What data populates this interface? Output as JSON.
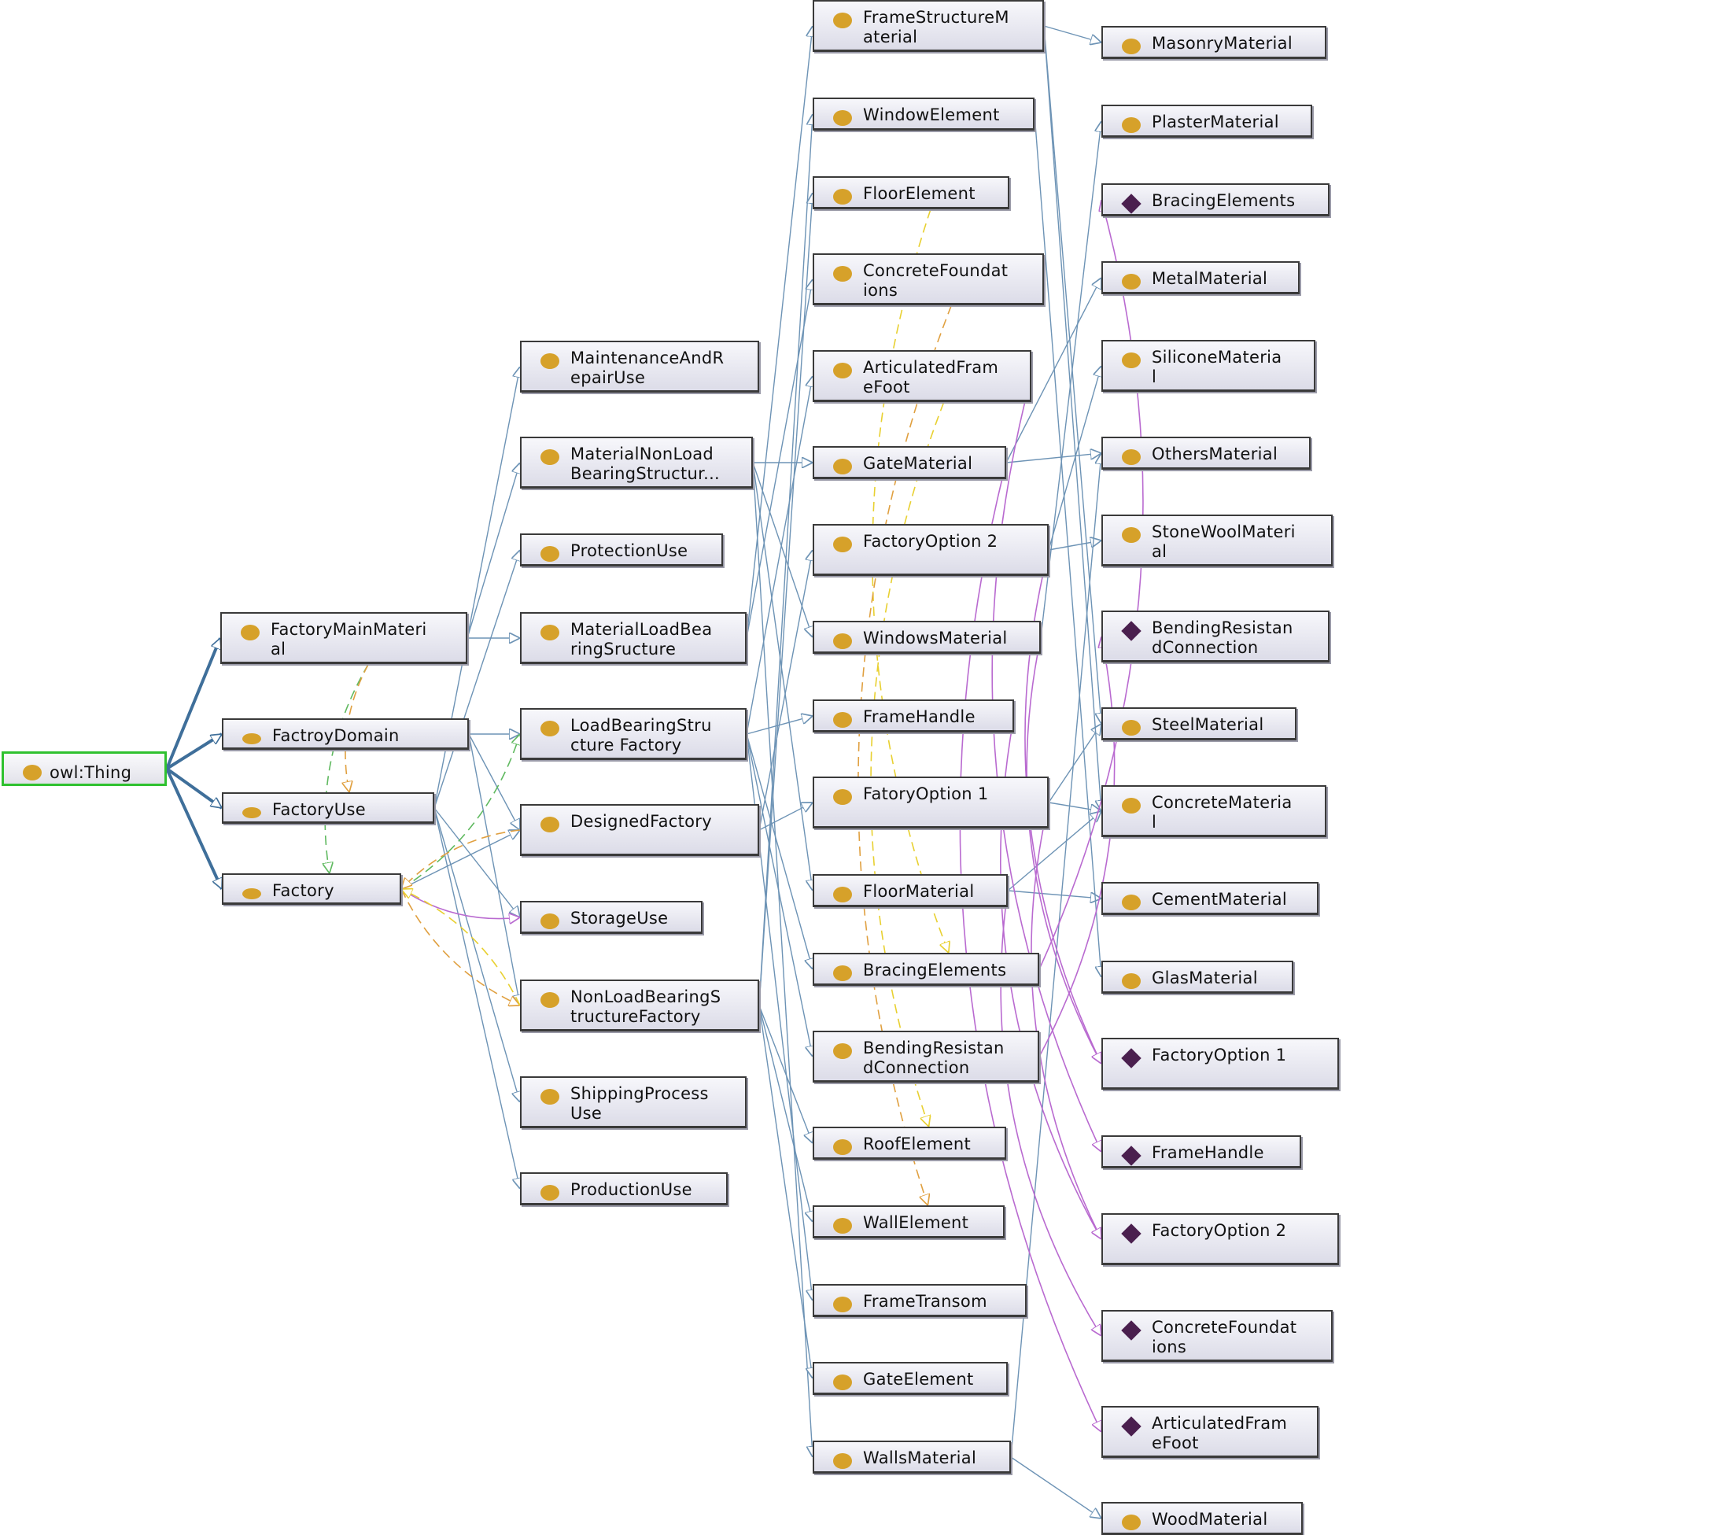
{
  "graph": {
    "nodes": [
      {
        "id": "owl-thing",
        "label": "owl:Thing",
        "kind": "root",
        "icon": "class-circle-icon"
      },
      {
        "id": "factory-main-material",
        "label": "FactoryMainMateri\nal",
        "kind": "class",
        "icon": "class-circle-icon"
      },
      {
        "id": "factroy-domain",
        "label": "FactroyDomain",
        "kind": "class-flat",
        "icon": "class-circle-icon"
      },
      {
        "id": "factory-use",
        "label": "FactoryUse",
        "kind": "class-flat",
        "icon": "class-circle-icon"
      },
      {
        "id": "factory",
        "label": "Factory",
        "kind": "class-flat",
        "icon": "class-circle-icon"
      },
      {
        "id": "maintenance-and-repair-use",
        "label": "MaintenanceAndR\nepairUse",
        "kind": "class",
        "icon": "class-circle-icon"
      },
      {
        "id": "material-non-load-bearing-structure",
        "label": "MaterialNonLoad\nBearingStructur...",
        "kind": "class",
        "icon": "class-circle-icon"
      },
      {
        "id": "protection-use",
        "label": "ProtectionUse",
        "kind": "class",
        "icon": "class-circle-icon"
      },
      {
        "id": "material-load-bearing-structure",
        "label": "MaterialLoadBea\nringSructure",
        "kind": "class",
        "icon": "class-circle-icon"
      },
      {
        "id": "load-bearing-structure-factory",
        "label": "LoadBearingStru\ncture Factory",
        "kind": "class",
        "icon": "class-circle-icon"
      },
      {
        "id": "designed-factory",
        "label": "DesignedFactory",
        "kind": "class",
        "icon": "class-circle-icon"
      },
      {
        "id": "storage-use",
        "label": "StorageUse",
        "kind": "class",
        "icon": "class-circle-icon"
      },
      {
        "id": "non-load-bearing-structure-factory",
        "label": "NonLoadBearingS\ntructureFactory",
        "kind": "class",
        "icon": "class-circle-icon"
      },
      {
        "id": "shipping-process-use",
        "label": "ShippingProcess\nUse",
        "kind": "class",
        "icon": "class-circle-icon"
      },
      {
        "id": "production-use",
        "label": "ProductionUse",
        "kind": "class",
        "icon": "class-circle-icon"
      },
      {
        "id": "frame-structure-material",
        "label": "FrameStructureM\naterial",
        "kind": "class",
        "icon": "class-circle-icon"
      },
      {
        "id": "window-element",
        "label": "WindowElement",
        "kind": "class",
        "icon": "class-circle-icon"
      },
      {
        "id": "floor-element",
        "label": "FloorElement",
        "kind": "class",
        "icon": "class-circle-icon"
      },
      {
        "id": "concrete-foundations-c",
        "label": "ConcreteFoundat\nions",
        "kind": "class",
        "icon": "class-circle-icon"
      },
      {
        "id": "articulated-frame-foot-c",
        "label": "ArticulatedFram\neFoot",
        "kind": "class",
        "icon": "class-circle-icon"
      },
      {
        "id": "gate-material",
        "label": "GateMaterial",
        "kind": "class",
        "icon": "class-circle-icon"
      },
      {
        "id": "factory-option-2-c",
        "label": "FactoryOption 2",
        "kind": "class",
        "icon": "class-circle-icon"
      },
      {
        "id": "windows-material",
        "label": "WindowsMaterial",
        "kind": "class",
        "icon": "class-circle-icon"
      },
      {
        "id": "frame-handle-c",
        "label": "FrameHandle",
        "kind": "class",
        "icon": "class-circle-icon"
      },
      {
        "id": "fatory-option-1-c",
        "label": "FatoryOption 1",
        "kind": "class",
        "icon": "class-circle-icon"
      },
      {
        "id": "floor-material",
        "label": "FloorMaterial",
        "kind": "class",
        "icon": "class-circle-icon"
      },
      {
        "id": "bracing-elements-c",
        "label": "BracingElements",
        "kind": "class",
        "icon": "class-circle-icon"
      },
      {
        "id": "bending-resistand-connection-c",
        "label": "BendingResistan\ndConnection",
        "kind": "class",
        "icon": "class-circle-icon"
      },
      {
        "id": "roof-element",
        "label": "RoofElement",
        "kind": "class",
        "icon": "class-circle-icon"
      },
      {
        "id": "wall-element",
        "label": "WallElement",
        "kind": "class",
        "icon": "class-circle-icon"
      },
      {
        "id": "frame-transom",
        "label": "FrameTransom",
        "kind": "class",
        "icon": "class-circle-icon"
      },
      {
        "id": "gate-element",
        "label": "GateElement",
        "kind": "class",
        "icon": "class-circle-icon"
      },
      {
        "id": "walls-material",
        "label": "WallsMaterial",
        "kind": "class",
        "icon": "class-circle-icon"
      },
      {
        "id": "masonry-material",
        "label": "MasonryMaterial",
        "kind": "class",
        "icon": "class-circle-icon"
      },
      {
        "id": "plaster-material",
        "label": "PlasterMaterial",
        "kind": "class",
        "icon": "class-circle-icon"
      },
      {
        "id": "bracing-elements-i",
        "label": "BracingElements",
        "kind": "individual",
        "icon": "individual-diamond-icon"
      },
      {
        "id": "metal-material",
        "label": "MetalMaterial",
        "kind": "class",
        "icon": "class-circle-icon"
      },
      {
        "id": "silicone-material",
        "label": "SiliconeMateria\nl",
        "kind": "class",
        "icon": "class-circle-icon"
      },
      {
        "id": "others-material",
        "label": "OthersMaterial",
        "kind": "class",
        "icon": "class-circle-icon"
      },
      {
        "id": "stone-wool-material",
        "label": "StoneWoolMateri\nal",
        "kind": "class",
        "icon": "class-circle-icon"
      },
      {
        "id": "bending-resistand-connection-i",
        "label": "BendingResistan\ndConnection",
        "kind": "individual",
        "icon": "individual-diamond-icon"
      },
      {
        "id": "steel-material",
        "label": "SteelMaterial",
        "kind": "class",
        "icon": "class-circle-icon"
      },
      {
        "id": "concrete-material",
        "label": "ConcreteMateria\nl",
        "kind": "class",
        "icon": "class-circle-icon"
      },
      {
        "id": "cement-material",
        "label": "CementMaterial",
        "kind": "class",
        "icon": "class-circle-icon"
      },
      {
        "id": "glas-material",
        "label": "GlasMaterial",
        "kind": "class",
        "icon": "class-circle-icon"
      },
      {
        "id": "factory-option-1-i",
        "label": "FactoryOption 1",
        "kind": "individual",
        "icon": "individual-diamond-icon"
      },
      {
        "id": "frame-handle-i",
        "label": "FrameHandle",
        "kind": "individual",
        "icon": "individual-diamond-icon"
      },
      {
        "id": "factory-option-2-i",
        "label": "FactoryOption 2",
        "kind": "individual",
        "icon": "individual-diamond-icon"
      },
      {
        "id": "concrete-foundations-i",
        "label": "ConcreteFoundat\nions",
        "kind": "individual",
        "icon": "individual-diamond-icon"
      },
      {
        "id": "articulated-frame-foot-i",
        "label": "ArticulatedFram\neFoot",
        "kind": "individual",
        "icon": "individual-diamond-icon"
      },
      {
        "id": "wood-material",
        "label": "WoodMaterial",
        "kind": "class",
        "icon": "class-circle-icon"
      }
    ],
    "edges": [
      {
        "from": "owl-thing",
        "to": "factory-main-material",
        "style": "subclass-thick"
      },
      {
        "from": "owl-thing",
        "to": "factroy-domain",
        "style": "subclass-thick"
      },
      {
        "from": "owl-thing",
        "to": "factory-use",
        "style": "subclass-thick"
      },
      {
        "from": "owl-thing",
        "to": "factory",
        "style": "subclass-thick"
      },
      {
        "from": "factory-main-material",
        "to": "material-non-load-bearing-structure",
        "style": "subclass"
      },
      {
        "from": "factory-main-material",
        "to": "material-load-bearing-structure",
        "style": "subclass"
      },
      {
        "from": "factroy-domain",
        "to": "load-bearing-structure-factory",
        "style": "subclass"
      },
      {
        "from": "factroy-domain",
        "to": "non-load-bearing-structure-factory",
        "style": "subclass"
      },
      {
        "from": "factroy-domain",
        "to": "designed-factory",
        "style": "subclass"
      },
      {
        "from": "factory-use",
        "to": "maintenance-and-repair-use",
        "style": "subclass"
      },
      {
        "from": "factory-use",
        "to": "protection-use",
        "style": "subclass"
      },
      {
        "from": "factory-use",
        "to": "storage-use",
        "style": "subclass"
      },
      {
        "from": "factory-use",
        "to": "shipping-process-use",
        "style": "subclass"
      },
      {
        "from": "factory-use",
        "to": "production-use",
        "style": "subclass"
      },
      {
        "from": "factory",
        "to": "designed-factory",
        "style": "subclass"
      },
      {
        "from": "factory",
        "to": "storage-use",
        "style": "property-purple"
      },
      {
        "from": "factory",
        "to": "non-load-bearing-structure-factory",
        "style": "property-orange"
      },
      {
        "from": "factory",
        "to": "load-bearing-structure-factory",
        "style": "property-green"
      },
      {
        "from": "factory-main-material",
        "to": "factory",
        "style": "property-green"
      },
      {
        "from": "factory-main-material",
        "to": "factory-use",
        "style": "property-orange"
      },
      {
        "from": "designed-factory",
        "to": "factory",
        "style": "property-orange"
      },
      {
        "from": "non-load-bearing-structure-factory",
        "to": "factory",
        "style": "property-yellow"
      },
      {
        "from": "material-non-load-bearing-structure",
        "to": "gate-material",
        "style": "subclass"
      },
      {
        "from": "material-non-load-bearing-structure",
        "to": "windows-material",
        "style": "subclass"
      },
      {
        "from": "material-non-load-bearing-structure",
        "to": "floor-material",
        "style": "subclass"
      },
      {
        "from": "material-non-load-bearing-structure",
        "to": "walls-material",
        "style": "subclass"
      },
      {
        "from": "material-load-bearing-structure",
        "to": "frame-structure-material",
        "style": "subclass"
      },
      {
        "from": "material-load-bearing-structure",
        "to": "concrete-foundations-c",
        "style": "subclass"
      },
      {
        "from": "load-bearing-structure-factory",
        "to": "frame-handle-c",
        "style": "subclass"
      },
      {
        "from": "load-bearing-structure-factory",
        "to": "articulated-frame-foot-c",
        "style": "subclass"
      },
      {
        "from": "load-bearing-structure-factory",
        "to": "bending-resistand-connection-c",
        "style": "subclass"
      },
      {
        "from": "load-bearing-structure-factory",
        "to": "bracing-elements-c",
        "style": "subclass"
      },
      {
        "from": "load-bearing-structure-factory",
        "to": "frame-transom",
        "style": "subclass"
      },
      {
        "from": "designed-factory",
        "to": "fatory-option-1-c",
        "style": "subclass"
      },
      {
        "from": "designed-factory",
        "to": "factory-option-2-c",
        "style": "subclass"
      },
      {
        "from": "non-load-bearing-structure-factory",
        "to": "roof-element",
        "style": "subclass"
      },
      {
        "from": "non-load-bearing-structure-factory",
        "to": "wall-element",
        "style": "subclass"
      },
      {
        "from": "non-load-bearing-structure-factory",
        "to": "window-element",
        "style": "subclass"
      },
      {
        "from": "non-load-bearing-structure-factory",
        "to": "floor-element",
        "style": "subclass"
      },
      {
        "from": "non-load-bearing-structure-factory",
        "to": "gate-element",
        "style": "subclass"
      },
      {
        "from": "gate-material",
        "to": "others-material",
        "style": "subclass"
      },
      {
        "from": "gate-material",
        "to": "metal-material",
        "style": "subclass"
      },
      {
        "from": "factory-option-2-c",
        "to": "stone-wool-material",
        "style": "subclass"
      },
      {
        "from": "factory-option-2-c",
        "to": "silicone-material",
        "style": "subclass"
      },
      {
        "from": "fatory-option-1-c",
        "to": "concrete-material",
        "style": "subclass"
      },
      {
        "from": "fatory-option-1-c",
        "to": "steel-material",
        "style": "subclass"
      },
      {
        "from": "floor-material",
        "to": "cement-material",
        "style": "subclass"
      },
      {
        "from": "floor-material",
        "to": "concrete-material",
        "style": "subclass"
      },
      {
        "from": "frame-structure-material",
        "to": "masonry-material",
        "style": "subclass"
      },
      {
        "from": "window-element",
        "to": "glas-material",
        "style": "subclass"
      },
      {
        "from": "windows-material",
        "to": "plaster-material",
        "style": "subclass"
      },
      {
        "from": "walls-material",
        "to": "wood-material",
        "style": "subclass"
      },
      {
        "from": "walls-material",
        "to": "others-material",
        "style": "subclass"
      },
      {
        "from": "frame-structure-material",
        "to": "concrete-material",
        "style": "subclass"
      },
      {
        "from": "frame-structure-material",
        "to": "steel-material",
        "style": "subclass"
      },
      {
        "from": "floor-element",
        "to": "bracing-elements-c",
        "style": "property-yellow"
      },
      {
        "from": "articulated-frame-foot-c",
        "to": "roof-element",
        "style": "property-yellow"
      },
      {
        "from": "concrete-foundations-c",
        "to": "wall-element",
        "style": "property-orange"
      },
      {
        "from": "articulated-frame-foot-c",
        "to": "frame-handle-i",
        "style": "property-purple"
      },
      {
        "from": "factory-option-2-c",
        "to": "factory-option-1-i",
        "style": "property-purple"
      },
      {
        "from": "fatory-option-1-c",
        "to": "factory-option-2-i",
        "style": "property-purple"
      },
      {
        "from": "bracing-elements-c",
        "to": "bracing-elements-i",
        "style": "property-purple"
      },
      {
        "from": "bending-resistand-connection-c",
        "to": "bending-resistand-connection-i",
        "style": "property-purple"
      },
      {
        "from": "floor-material",
        "to": "concrete-foundations-i",
        "style": "property-purple"
      },
      {
        "from": "gate-material",
        "to": "articulated-frame-foot-i",
        "style": "property-purple"
      },
      {
        "from": "windows-material",
        "to": "factory-option-1-i",
        "style": "property-purple"
      },
      {
        "from": "frame-handle-c",
        "to": "factory-option-2-i",
        "style": "property-purple"
      }
    ]
  },
  "colors": {
    "subclass": "#6d93b5",
    "subclass-thick": "#3f6f9a",
    "property-purple": "#b96ad0",
    "property-orange": "#e0a040",
    "property-yellow": "#e8d030",
    "property-green": "#5fb95f",
    "class-icon": "#d6a12a",
    "individual-icon": "#4a1f4e",
    "root-border": "#2fc12f"
  }
}
